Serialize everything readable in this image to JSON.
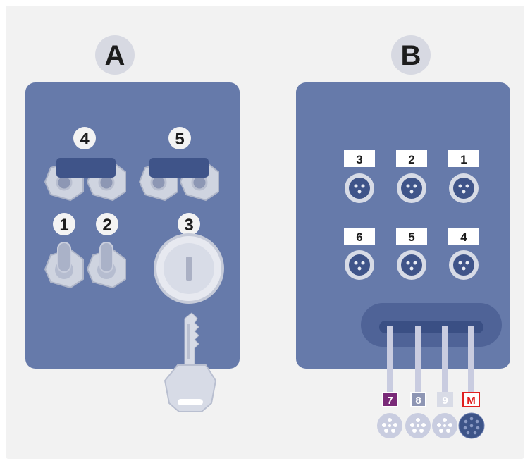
{
  "colors": {
    "background": "#f2f2f2",
    "panel": "#667aaa",
    "panel_dark": "#4f6397",
    "hardware": "#d7dbe6",
    "hardware_outline": "#b9bfd0",
    "badge": "#f3f3f3",
    "cable": "#c9cce0",
    "connector_dark": "#3d5488"
  },
  "panel_a": {
    "letter": "A",
    "callouts": {
      "guard_left": "4",
      "guard_right": "5",
      "toggle_1": "1",
      "toggle_2": "2",
      "key_switch": "3"
    }
  },
  "panel_b": {
    "letter": "B",
    "socket_labels_top": [
      "3",
      "2",
      "1"
    ],
    "socket_labels_bottom": [
      "6",
      "5",
      "4"
    ],
    "cables": [
      {
        "label": "7",
        "label_bg": "#7a2a78",
        "label_fg": "#ffffff",
        "label_border": "#ffffff"
      },
      {
        "label": "8",
        "label_bg": "#8e96b4",
        "label_fg": "#ffffff",
        "label_border": "#ffffff"
      },
      {
        "label": "9",
        "label_bg": "#d8dbe6",
        "label_fg": "#ffffff",
        "label_border": "#d8dbe6"
      },
      {
        "label": "M",
        "label_bg": "#ffffff",
        "label_fg": "#e02020",
        "label_border": "#e02020"
      }
    ]
  },
  "icons": [
    "toggle-switch-icon",
    "key-switch-icon",
    "key-icon",
    "xlr-socket-icon",
    "multipin-connector-icon"
  ]
}
